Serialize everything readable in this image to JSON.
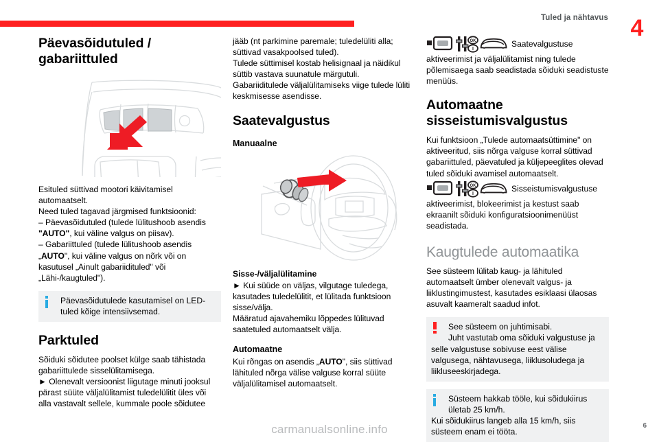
{
  "header": {
    "running_head": "Tuled ja nähtavus",
    "chapter_number": "4",
    "rule_color": "#ff2020"
  },
  "footer": {
    "watermark": "carmanualsonline.info",
    "page_number": "6"
  },
  "columns": {
    "left": {
      "title": "Päevasõidutuled / gabariittuled",
      "figure_caption": "front-corner-headlamp-drawing",
      "p1": "Esituled süttivad mootori käivitamisel automaatselt.",
      "p2": "Need tuled tagavad järgmised funktsioonid:",
      "p3_a": "–  Päevasõidutuled (tulede lülitushoob asendis ",
      "p3_b": "\"AUTO\"",
      "p3_c": ", kui väline valgus on piisav).",
      "p4_a": "–  Gabariittuled (tulede lülitushoob asendis „",
      "p4_b": "AUTO",
      "p4_c": "\", kui väline valgus on nõrk või on kasutusel „Ainult gabariidituled\" või „Lähi-/kaugtuled\").",
      "note1": "Päevasõidutulede kasutamisel on LED-tuled kõige intensiivsemad.",
      "h_parktuled": "Parktuled",
      "p5": "Sõiduki sõidutee poolset külge saab tähistada gabariittulede sisselülitamisega.",
      "p6": "►  Olenevalt versioonist liigutage minuti jooksul pärast süüte väljalülitamist tuledelülitit üles või alla vastavalt sellele, kummale poole sõidutee"
    },
    "middle": {
      "p1": "jääb (nt parkimine paremale; tuledelüliti alla; süttivad vasakpoolsed tuled).",
      "p2": "Tulede süttimisel kostab helisignaal ja näidikul süttib vastava suunatule märgutuli.",
      "p3": "Gabariidituled väljalülitamiseks viige tulede lüliti keskmisesse asendisse.",
      "p3_fix": "Gabariiditulede väljalülitamiseks viige tulede lüliti keskmisesse asendisse.",
      "h_saatevalgustus": "Saatevalgustus",
      "h_manuaalne": "Manuaalne",
      "figure_caption": "steering-wheel-light-stalk-drawing",
      "h_sisse": "Sisse-/väljalülitamine",
      "p4": "►  Kui süüde on väljas, vilgutage tuledega, kasutades tuledelülitit, et lülitada funktsioon sisse/välja.",
      "p5": "Määratud ajavahemiku lõppedes lülituvad saatetuled automaatselt välja.",
      "h_automaatne": "Automaatne",
      "p6_a": "Kui rõngas on asendis „",
      "p6_b": "AUTO",
      "p6_c": "\", siis süttivad lähituled nõrga välise valguse korral süüte väljalülitamisel automaatselt."
    },
    "right": {
      "icon_para_1_text": "Saatevalgustuse aktiveerimist ja väljalülitamist ning tulede põlemisaega saab seadistada sõiduki seadistuste menüüs.",
      "h_automaatne_sisseistumisvalgustus": "Automaatne sisseistumisvalgustus",
      "p1": "Kui funktsioon „Tulede automaatsüttimine\" on aktiveeritud, siis nõrga valguse korral süttivad gabariittuled, päevatuled ja küljepeeglites olevad tuled sõiduki avamisel automaatselt.",
      "icon_para_2_text": "Sisseistumisvalgustuse aktiveerimist, blokeerimist ja kestust saab ekraanilt sõiduki konfiguratsioonimenüüst seadistada.",
      "h_kaugtulede": "Kaugtulede automaatika",
      "p2": "See süsteem lülitab kaug- ja lähituled automaatselt ümber olenevalt valgus- ja liiklustingimustest, kasutades esiklaasi ülaosas asuvalt kaameralt saadud infot.",
      "warning": "See süsteem on juhtimisabi.\nJuht vastutab oma sõiduki valgustuse ja selle valgustuse sobivuse eest välise valgusega, nähtavusega, liiklusoludega ja liikluseeskirjadega.",
      "warning_line1": "See süsteem on juhtimisabi.",
      "warning_line2": "Juht vastutab oma sõiduki valgustuse ja selle valgustuse sobivuse eest välise valgusega, nähtavusega, liiklusoludega ja liikluseeskirjadega.",
      "note_line1": "Süsteem hakkab tööle, kui sõidukiirus ületab 25 km/h.",
      "note_line2": "Kui sõidukiirus langeb alla 15 km/h, siis süsteem enam ei tööta."
    }
  },
  "icons": {
    "display_screen": "display-screen-icon",
    "sliders_ok_back": "settings-sliders-icon",
    "car_front": "car-front-icon",
    "info": "info-icon",
    "warning": "warning-exclamation-icon"
  },
  "colors": {
    "accent_red": "#ff2020",
    "info_blue": "#29abe2",
    "chapter_grey": "#8f9396",
    "note_bg": "#f0f1f2"
  }
}
